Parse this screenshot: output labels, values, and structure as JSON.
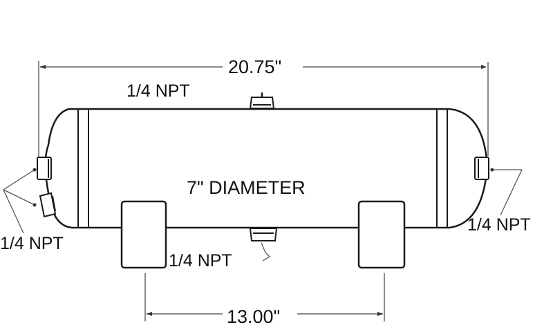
{
  "diagram": {
    "subject": "air tank",
    "colors": {
      "line": "#1a1a1a",
      "dimension_line": "#8a8a8a",
      "leader_line": "#555555",
      "background": "#ffffff",
      "text": "#111111"
    },
    "dimensions": {
      "overall_length": "20.75\"",
      "mount_spacing": "13.00\""
    },
    "center_label": "7\" DIAMETER",
    "ports": {
      "top": "1/4 NPT",
      "left_end": "1/4 NPT",
      "right_end": "1/4 NPT",
      "bottom": "1/4 NPT"
    }
  }
}
